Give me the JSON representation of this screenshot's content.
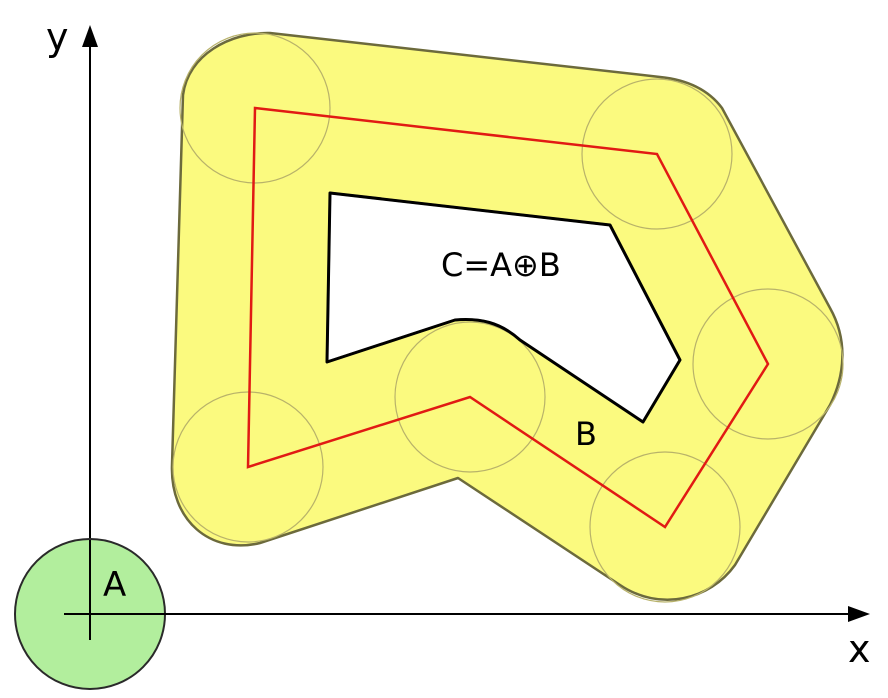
{
  "axes": {
    "x_label": "x",
    "y_label": "y"
  },
  "labels": {
    "disk_a": "A",
    "polygon_b": "B",
    "result_c": "C=A⊕B"
  },
  "colors": {
    "disk_fill": "#b2ee9d",
    "band_fill": "#fbfa7f",
    "band_outline": "#6c6a3c",
    "polygon_b_stroke": "#e11a14",
    "inner_stroke": "#000000",
    "axis": "#000000",
    "circle_outline": "#b8b26a"
  }
}
